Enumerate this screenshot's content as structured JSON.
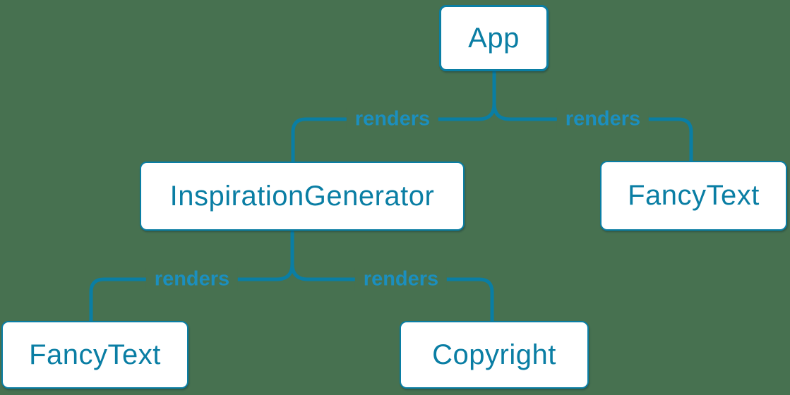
{
  "colors": {
    "bg": "#477150",
    "accent": "#0a7ea4",
    "label": "#1b8fbf",
    "node-fill": "#ffffff"
  },
  "diagram": {
    "type": "component-render-tree",
    "nodes": [
      {
        "id": "app",
        "label": "App"
      },
      {
        "id": "inspiration-generator",
        "label": "InspirationGenerator"
      },
      {
        "id": "fancy-text-top-right",
        "label": "FancyText"
      },
      {
        "id": "fancy-text-bottom-left",
        "label": "FancyText"
      },
      {
        "id": "copyright",
        "label": "Copyright"
      }
    ],
    "edges": [
      {
        "from": "App",
        "to": "InspirationGenerator",
        "label": "renders"
      },
      {
        "from": "App",
        "to": "FancyText",
        "label": "renders"
      },
      {
        "from": "InspirationGenerator",
        "to": "FancyText",
        "label": "renders"
      },
      {
        "from": "InspirationGenerator",
        "to": "Copyright",
        "label": "renders"
      }
    ]
  }
}
